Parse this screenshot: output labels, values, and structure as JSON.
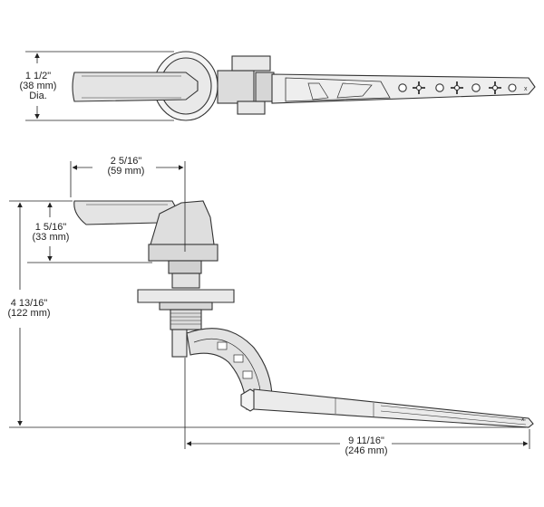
{
  "dimensions": {
    "diameter": {
      "imperial": "1 1/2\"",
      "metric": "(38 mm)",
      "note": "Dia."
    },
    "handle_length": {
      "imperial": "2 5/16\"",
      "metric": "(59 mm)"
    },
    "handle_height": {
      "imperial": "1 5/16\"",
      "metric": "(33 mm)"
    },
    "total_height": {
      "imperial": "4 13/16\"",
      "metric": "(122 mm)"
    },
    "arm_length": {
      "imperial": "9 11/16\"",
      "metric": "(246 mm)"
    }
  },
  "arm_tip_mark": "x",
  "colors": {
    "line": "#333333",
    "fill": "#e6e6e6",
    "dark": "#bdbdbd",
    "dim": "#222222"
  }
}
